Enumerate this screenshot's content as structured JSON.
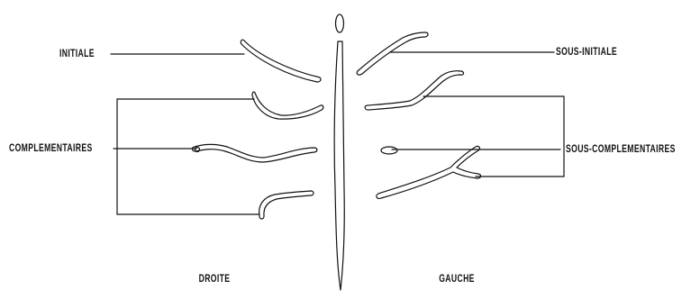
{
  "diagram": {
    "labels": {
      "initiale": "INITIALE",
      "complementaires": "COMPLEMENTAIRES",
      "sous_initiale": "SOUS-INITIALE",
      "sous_complementaires": "SOUS-COMPLEMENTAIRES",
      "droite": "DROITE",
      "gauche": "GAUCHE"
    },
    "colors": {
      "ink": "#111111",
      "background": "#ffffff"
    }
  }
}
